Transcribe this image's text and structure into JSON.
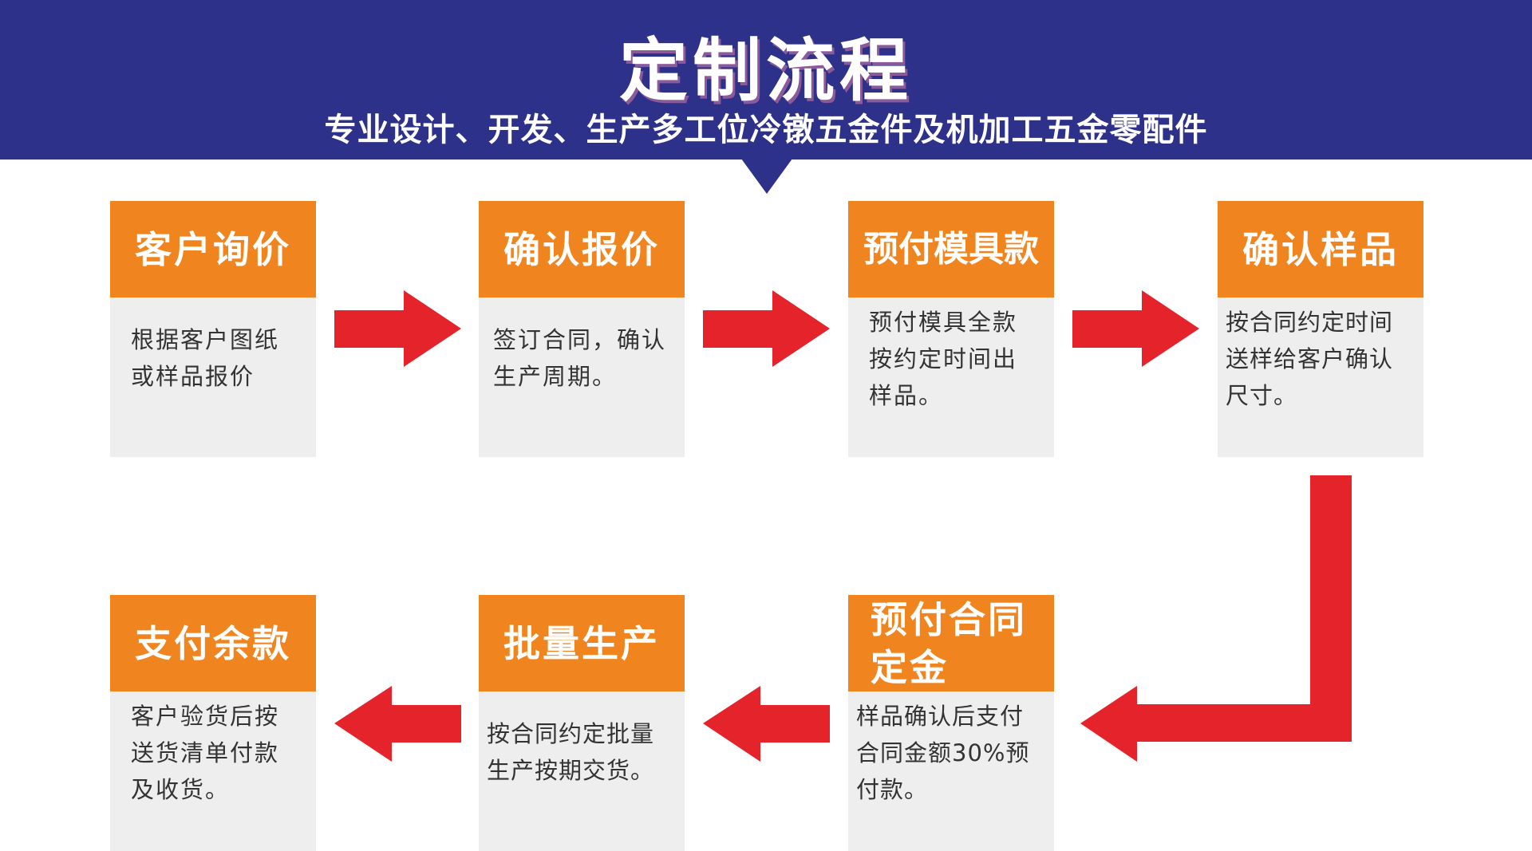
{
  "header": {
    "title": "定制流程",
    "subtitle": "专业设计、开发、生产多工位冷镦五金件及机加工五金零配件"
  },
  "steps": [
    {
      "title": "客户询价",
      "lines": [
        "根据客户图纸",
        "或样品报价"
      ]
    },
    {
      "title": "确认报价",
      "lines": [
        "签订合同，确认",
        "生产周期。"
      ]
    },
    {
      "title": "预付模具款",
      "lines": [
        "预付模具全款",
        "按约定时间出",
        "样品。"
      ]
    },
    {
      "title": "确认样品",
      "lines": [
        "按合同约定时间",
        "送样给客户确认",
        "尺寸。"
      ]
    },
    {
      "title_lines": [
        "预付合同",
        "定金"
      ],
      "lines": [
        "样品确认后支付",
        "合同金额30%预",
        "付款。"
      ]
    },
    {
      "title": "批量生产",
      "lines": [
        "按合同约定批量",
        "生产按期交货。"
      ]
    },
    {
      "title": "支付余款",
      "lines": [
        "客户验货后按",
        "送货清单付款",
        "及收货。"
      ]
    }
  ],
  "colors": {
    "header": "#2e3189",
    "step_head": "#f0851f",
    "step_body": "#eeeeee",
    "arrow": "#e5232b"
  }
}
